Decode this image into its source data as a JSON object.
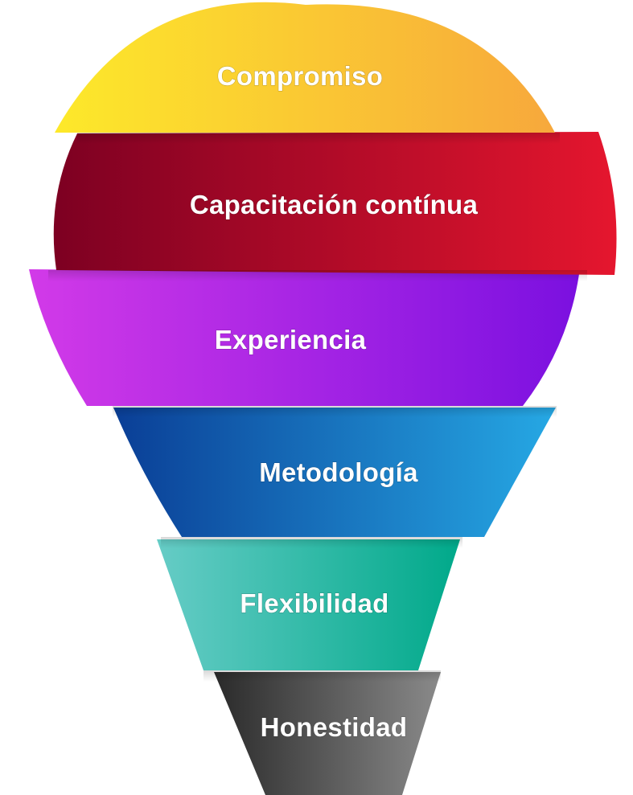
{
  "diagram": {
    "type": "funnel",
    "layers": [
      {
        "label": "Compromiso",
        "color_start": "#fde92a",
        "color_end": "#f7a83c"
      },
      {
        "label": "Capacitación  contínua",
        "color_start": "#7d0022",
        "color_end": "#e5162e"
      },
      {
        "label": "Experiencia",
        "color_start": "#d23ae8",
        "color_end": "#7b10e0"
      },
      {
        "label": "Metodología",
        "color_start": "#0a3e96",
        "color_end": "#26a8e4"
      },
      {
        "label": "Flexibilidad",
        "color_start": "#66ccc6",
        "color_end": "#00a98a"
      },
      {
        "label": "Honestidad",
        "color_start": "#2a2a2a",
        "color_end": "#8a8a8a"
      }
    ]
  }
}
